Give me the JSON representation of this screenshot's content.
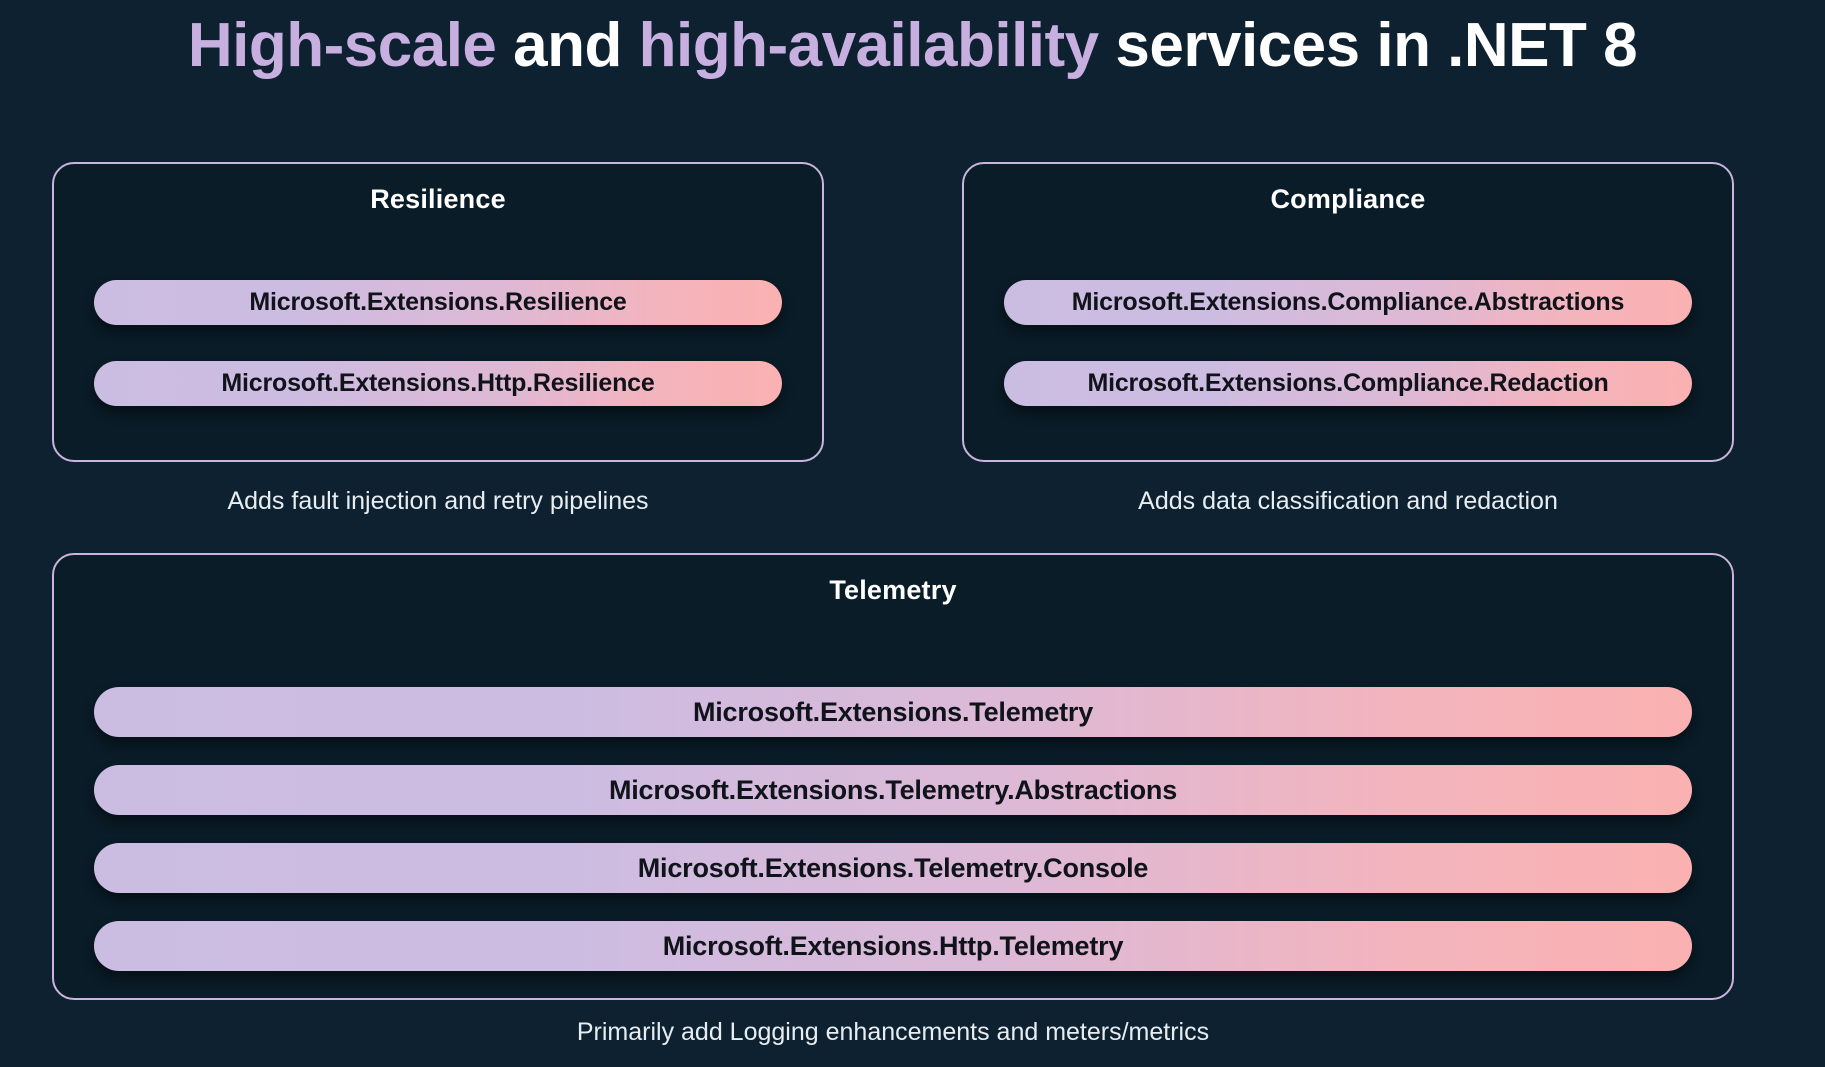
{
  "title": {
    "segments": [
      {
        "text": "High-scale ",
        "color": "#c7afdf"
      },
      {
        "text": "and ",
        "color": "#ffffff"
      },
      {
        "text": "high-availability ",
        "color": "#c7afdf"
      },
      {
        "text": "services in .NET 8",
        "color": "#ffffff"
      }
    ],
    "plain": "High-scale and high-availability services in .NET 8"
  },
  "colors": {
    "background": "#0e2130",
    "card_background": "#0a1c28",
    "card_border": "#c9b4de",
    "accent_purple": "#c7afdf",
    "pill_gradient_start": "#cbbde2",
    "pill_gradient_end": "#fbb1b1",
    "text_light": "#e8edf2",
    "pill_text": "#10131a"
  },
  "cards": [
    {
      "id": "resilience",
      "title": "Resilience",
      "packages": [
        "Microsoft.Extensions.Resilience",
        "Microsoft.Extensions.Http.Resilience"
      ],
      "caption": "Adds fault injection and retry pipelines"
    },
    {
      "id": "compliance",
      "title": "Compliance",
      "packages": [
        "Microsoft.Extensions.Compliance.Abstractions",
        "Microsoft.Extensions.Compliance.Redaction"
      ],
      "caption": "Adds data classification and redaction"
    },
    {
      "id": "telemetry",
      "title": "Telemetry",
      "packages": [
        "Microsoft.Extensions.Telemetry",
        "Microsoft.Extensions.Telemetry.Abstractions",
        "Microsoft.Extensions.Telemetry.Console",
        "Microsoft.Extensions.Http.Telemetry"
      ],
      "caption": "Primarily add Logging enhancements and meters/metrics"
    }
  ]
}
